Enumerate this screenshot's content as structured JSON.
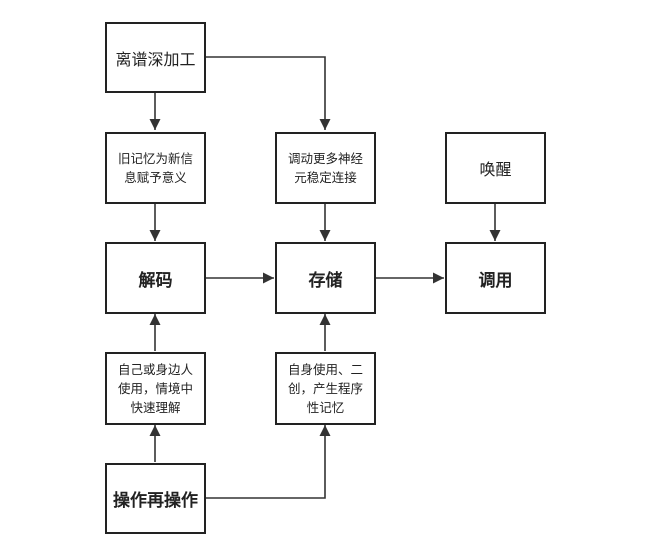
{
  "nodes": {
    "deep_processing": "离谱深加工",
    "old_memory": "旧记忆为新信息赋予意义",
    "mobilize_neurons": "调动更多神经元稳定连接",
    "awaken": "唤醒",
    "decode": "解码",
    "store": "存储",
    "recall": "调用",
    "self_use": "自己或身边人使用，情境中快速理解",
    "self_create": "自身使用、二创，产生程序性记忆",
    "operate_again": "操作再操作"
  }
}
